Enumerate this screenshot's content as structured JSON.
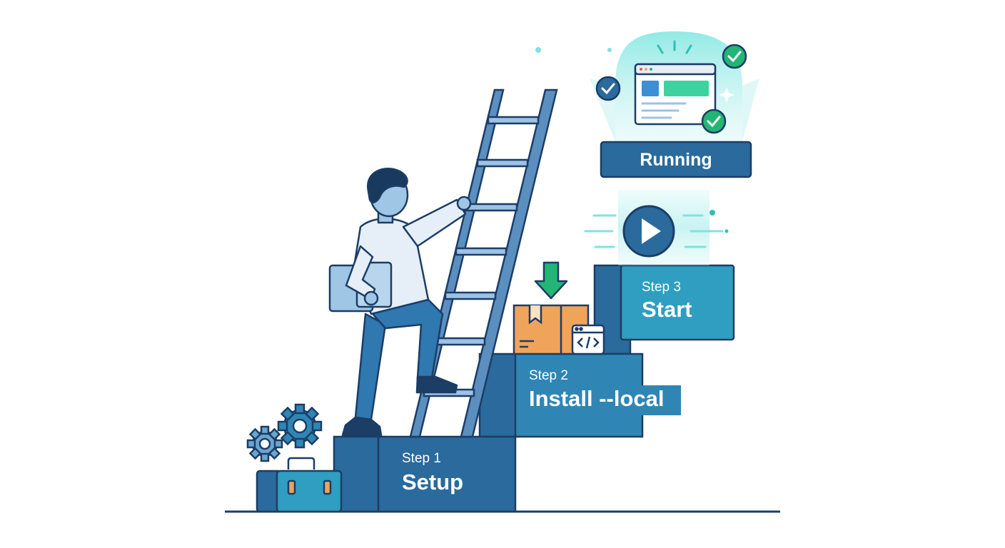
{
  "steps": [
    {
      "number": "Step 1",
      "name": "Setup"
    },
    {
      "number": "Step 2",
      "name": "Install --local"
    },
    {
      "number": "Step 3",
      "name": "Start"
    }
  ],
  "status_label": "Running",
  "icons": {
    "gears": "gear-icon",
    "toolbox": "toolbox-icon",
    "package": "package-icon",
    "download": "download-arrow-icon",
    "code": "code-window-icon",
    "play": "play-icon",
    "browser": "browser-window-icon",
    "check": "check-icon"
  },
  "colors": {
    "stair_dark": "#2a6a9c",
    "stair_light": "#2f86b4",
    "stair_teal": "#2f9ec0",
    "outline": "#1c3d66",
    "accent_green": "#22b573",
    "glow": "#7fe3e0",
    "package_orange": "#f0a45a"
  }
}
